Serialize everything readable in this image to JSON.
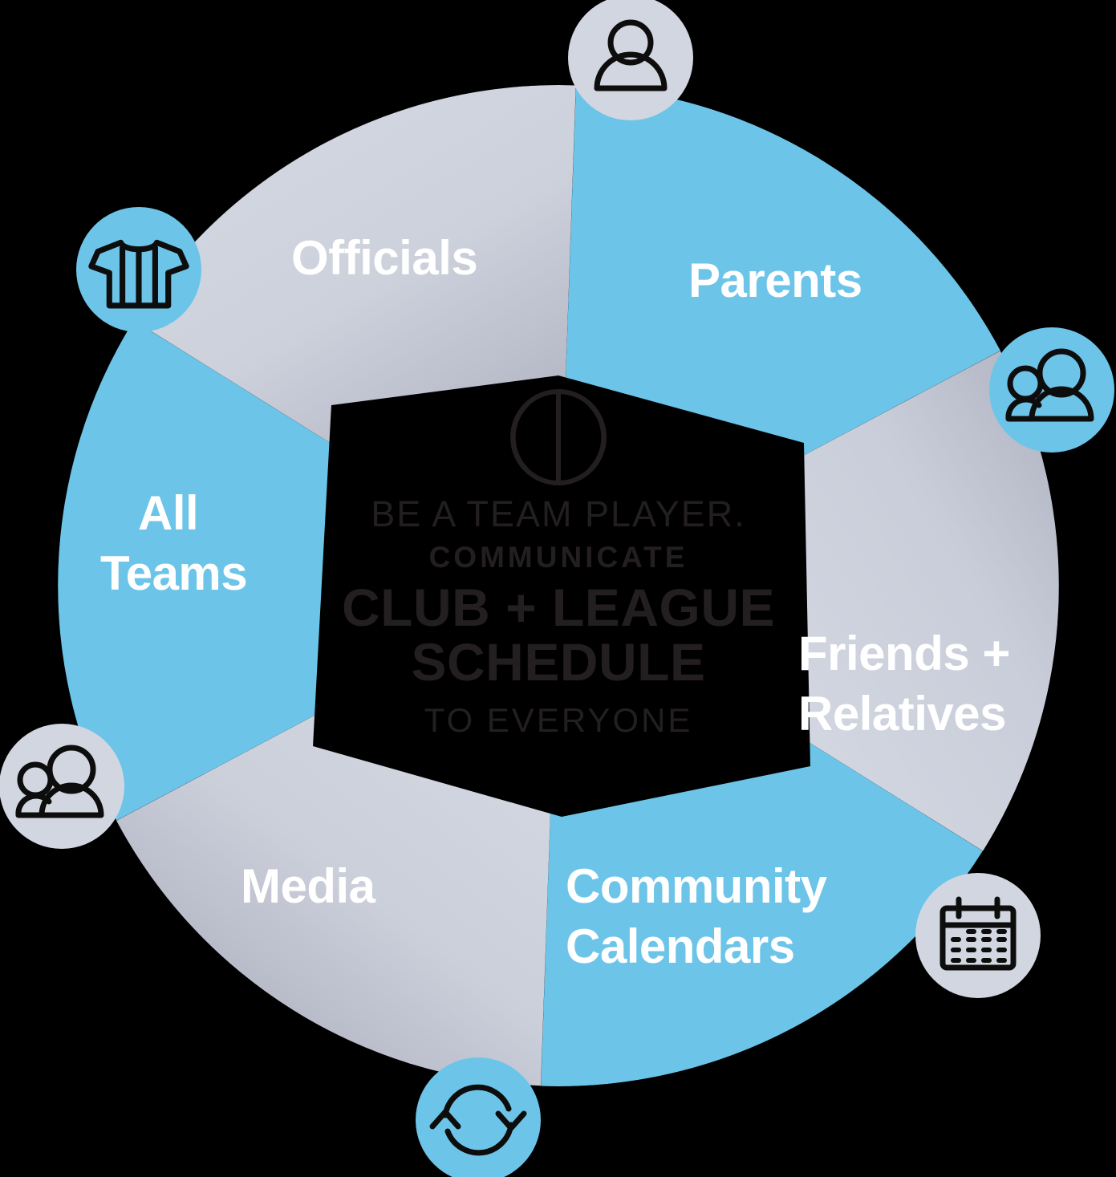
{
  "graphic": {
    "type": "aperture-cycle-diagram",
    "background_color": "#000000",
    "accent_blue": "#6CC5E8",
    "gray_light": "#D2D6E0",
    "gray_dark": "#ACAEBC",
    "text_dark": "#231F20",
    "label_color": "#FFFFFF"
  },
  "center": {
    "icon": "basketball-icon",
    "line1": "BE A TEAM PLAYER.",
    "line2": "COMMUNICATE",
    "line3": "CLUB + LEAGUE",
    "line4": "SCHEDULE",
    "line5": "TO EVERYONE"
  },
  "segments": [
    {
      "id": "officials",
      "label": "Officials",
      "color": "#6CC5E8",
      "fill_type": "solid",
      "icon": "referee-jersey-icon",
      "icon_circle_color": "#6CC5E8",
      "position": "top-left"
    },
    {
      "id": "parents",
      "label": "Parents",
      "color": "#D2D6E0",
      "fill_type": "gradient",
      "icon": "person-icon",
      "icon_circle_color": "#D2D6E0",
      "position": "top-right"
    },
    {
      "id": "friends-relatives",
      "label_line1": "Friends +",
      "label_line2": "Relatives",
      "label": "Friends + Relatives",
      "color": "#6CC5E8",
      "fill_type": "solid",
      "icon": "group-people-icon",
      "icon_circle_color": "#6CC5E8",
      "position": "right"
    },
    {
      "id": "community-calendars",
      "label_line1": "Community",
      "label_line2": "Calendars",
      "label": "Community Calendars",
      "color": "#D2D6E0",
      "fill_type": "gradient",
      "icon": "calendar-icon",
      "icon_circle_color": "#D2D6E0",
      "position": "bottom-right"
    },
    {
      "id": "media",
      "label": "Media",
      "color": "#6CC5E8",
      "fill_type": "solid",
      "icon": "refresh-sync-icon",
      "icon_circle_color": "#6CC5E8",
      "position": "bottom-left"
    },
    {
      "id": "all-teams",
      "label_line1": "All",
      "label_line2": "Teams",
      "label": "All Teams",
      "color": "#D2D6E0",
      "fill_type": "gradient",
      "icon": "group-people-icon",
      "icon_circle_color": "#D2D6E0",
      "position": "left"
    }
  ]
}
